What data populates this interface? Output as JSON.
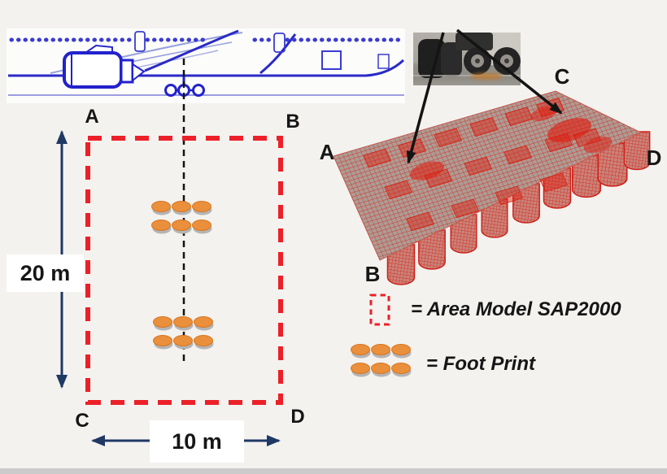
{
  "plan_view": {
    "corner_top_left": "A",
    "corner_top_right": "B",
    "corner_bottom_left": "C",
    "corner_bottom_right": "D",
    "height_label": "20 m",
    "width_label": "10 m"
  },
  "mesh_view": {
    "corner_left": "A",
    "corner_bottom": "B",
    "corner_top": "C",
    "corner_right": "D"
  },
  "legend": {
    "area_model_label": "= Area Model SAP2000",
    "foot_print_label": "= Foot Print"
  },
  "icons": {
    "aircraft": "aircraft-side-view-drawing",
    "photo": "landing-gear-photo",
    "mesh": "sap2000-fem-mesh-model",
    "footprint": "footprint-marker"
  },
  "colors": {
    "area_red": "#ec2028",
    "footprint_orange": "#ea8f3c",
    "dimension_navy": "#1f3864",
    "aircraft_blue": "#2a2ac8",
    "mesh_red": "#dd2012",
    "annotation_black": "#141414"
  }
}
